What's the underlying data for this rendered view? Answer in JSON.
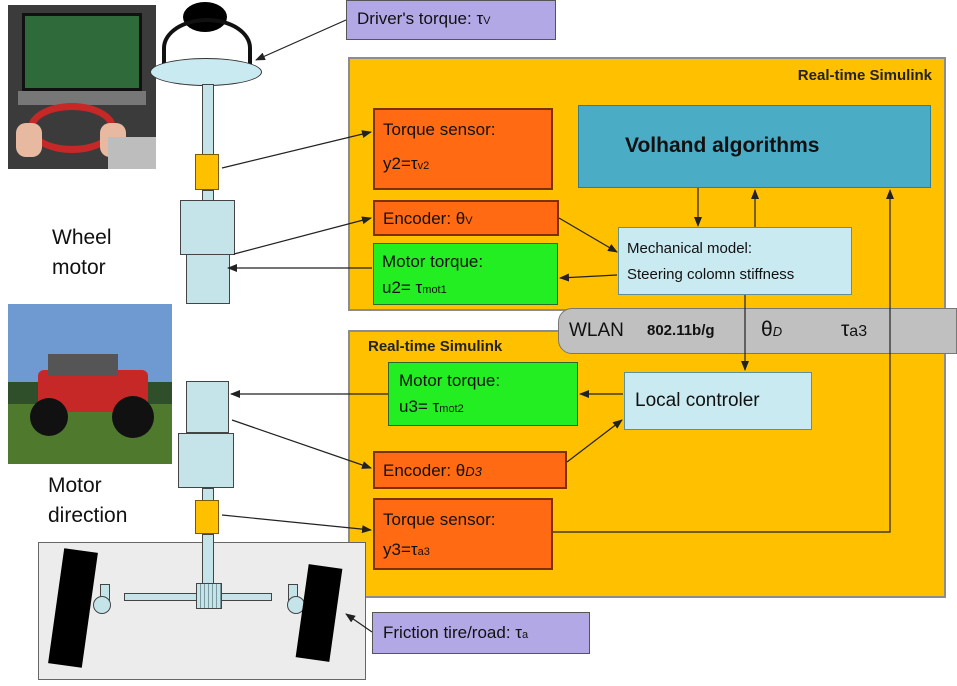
{
  "labels": {
    "driver_torque": "Driver's torque: τ",
    "driver_torque_sub": "V",
    "wheel_motor_1": "Wheel",
    "wheel_motor_2": "motor",
    "motor_direction_1": "Motor",
    "motor_direction_2": "direction",
    "friction": "Friction tire/road: τ",
    "friction_sub": "a"
  },
  "sim_top": {
    "title": "Real-time Simulink",
    "torque_sensor": {
      "line1": "Torque sensor:",
      "line2": "y2=τ",
      "sub": "v2"
    },
    "encoder": {
      "label": "Encoder:  θ",
      "sub": "V"
    },
    "motor_torque": {
      "line1": "Motor torque:",
      "line2": "u2= τ",
      "sub": "mot1"
    },
    "volhand": "Volhand algorithms",
    "mech_model": {
      "line1": "Mechanical model:",
      "line2": "Steering colomn stiffness"
    }
  },
  "wlan": {
    "label": "WLAN",
    "standard": "802.11b/g",
    "theta": "θ",
    "theta_sub": "D",
    "tau": "τ",
    "tau_sub": "a3"
  },
  "sim_bottom": {
    "title": "Real-time Simulink",
    "motor_torque": {
      "line1": "Motor torque:",
      "line2": "u3= τ",
      "sub": "mot2"
    },
    "local_controller": "Local controler",
    "encoder": {
      "label": "Encoder:  θ",
      "sub": "D3"
    },
    "torque_sensor": {
      "line1": "Torque sensor:",
      "line2": "y3=τ",
      "sub": "a3"
    }
  }
}
